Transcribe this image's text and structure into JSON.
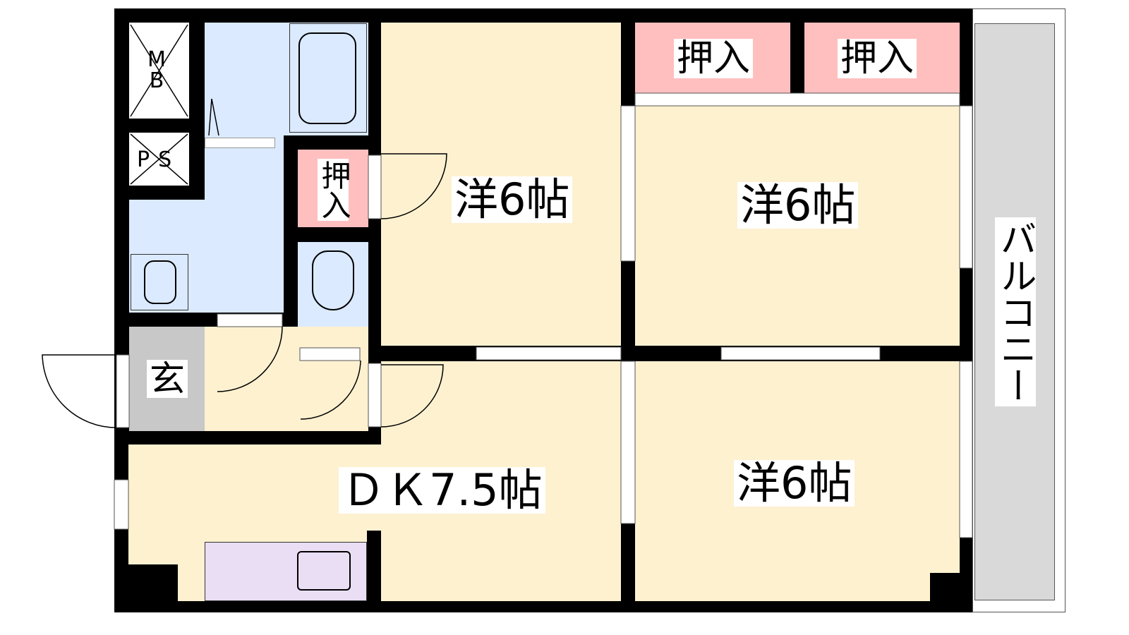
{
  "plan": {
    "mb": "MB",
    "ps": "PS",
    "closet_left": "押入",
    "closet_top_1": "押入",
    "closet_top_2": "押入",
    "room_left": "洋6帖",
    "room_right_top": "洋6帖",
    "room_right_bottom": "洋6帖",
    "dk": "ＤＫ7.5帖",
    "entrance": "玄",
    "balcony": "バルコニー"
  },
  "colors": {
    "room": "#fdf1d0",
    "wet": "#dbeaff",
    "closet": "#ffbfbf",
    "entrance": "#c8c8c8",
    "kitchen": "#e9def4",
    "balcony": "#d9d9d9"
  }
}
